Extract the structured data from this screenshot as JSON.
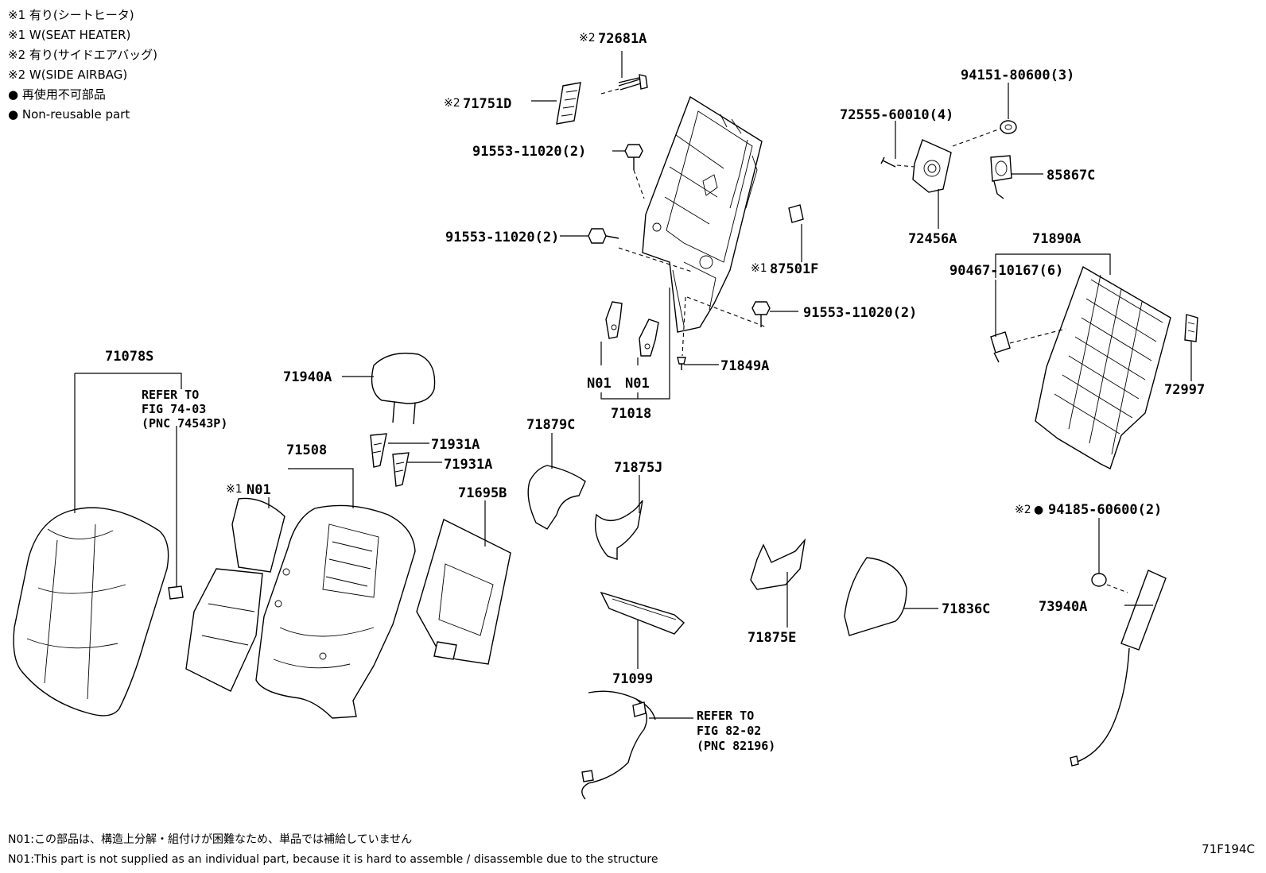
{
  "legend": [
    {
      "mark": "※1",
      "text": "有り(シートヒータ)"
    },
    {
      "mark": "※1",
      "text": "W(SEAT HEATER)"
    },
    {
      "mark": "※2",
      "text": "有り(サイドエアバッグ)"
    },
    {
      "mark": "※2",
      "text": "W(SIDE AIRBAG)"
    },
    {
      "mark": "●",
      "text": "再使用不可部品"
    },
    {
      "mark": "●",
      "text": "Non-reusable part"
    }
  ],
  "marks": {
    "m1": "※1",
    "m2": "※2",
    "nonreusable": "●"
  },
  "parts": {
    "p72681A": "72681A",
    "p71751D": "71751D",
    "p91553a": "91553-11020(2)",
    "p91553b": "91553-11020(2)",
    "p91553c": "91553-11020(2)",
    "p87501F": "87501F",
    "p71849A": "71849A",
    "p71018": "71018",
    "n01a": "N01",
    "n01b": "N01",
    "n01c": "N01",
    "p94151": "94151-80600(3)",
    "p72555": "72555-60010(4)",
    "p85867C": "85867C",
    "p72456A": "72456A",
    "p71890A": "71890A",
    "p90467": "90467-10167(6)",
    "p72997": "72997",
    "p71078S": "71078S",
    "p71940A": "71940A",
    "p71931A_1": "71931A",
    "p71931A_2": "71931A",
    "p71508": "71508",
    "p71695B": "71695B",
    "p71879C": "71879C",
    "p71875J": "71875J",
    "p71875E": "71875E",
    "p71099": "71099",
    "p71836C": "71836C",
    "p94185": "94185-60600(2)",
    "p73940A": "73940A"
  },
  "refs": {
    "r1": {
      "l1": "REFER TO",
      "l2": "FIG 74-03",
      "l3": "(PNC 74543P)"
    },
    "r2": {
      "l1": "REFER TO",
      "l2": "FIG 82-02",
      "l3": "(PNC 82196)"
    }
  },
  "notes": {
    "jp": "N01:この部品は、構造上分解・組付けが困難なため、単品では補給していません",
    "en": "N01:This part is not supplied as an individual part, because it is hard to assemble / disassemble due to the structure"
  },
  "figure_code": "71F194C"
}
